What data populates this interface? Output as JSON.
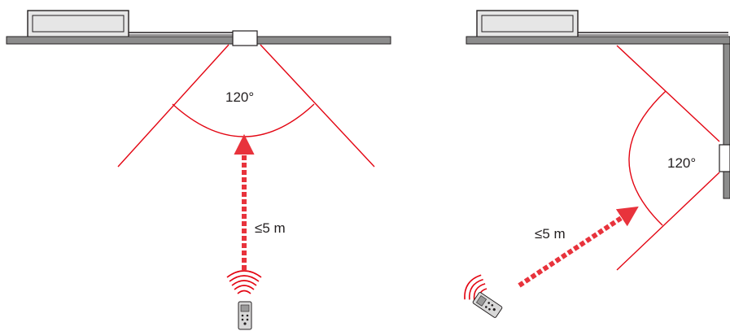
{
  "colors": {
    "beam": "#e30613",
    "arrow": "#e8333c",
    "ceiling": "#8c8c8c",
    "stroke": "#231f20",
    "unit": "#e6e6e6"
  },
  "left_panel": {
    "angle_label": "120°",
    "distance_label": "≤5 m"
  },
  "right_panel": {
    "angle_label": "120°",
    "distance_label": "≤5 m"
  }
}
